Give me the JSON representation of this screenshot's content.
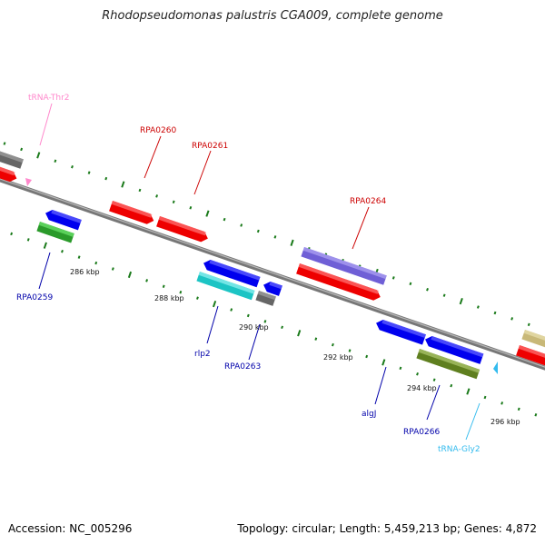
{
  "title": "Rhodopseudomonas palustris CGA009, complete genome",
  "footer": {
    "accession": "Accession: NC_005296",
    "stats": "Topology: circular; Length: 5,459,213 bp; Genes: 4,872"
  },
  "colors": {
    "backbone": "#7f7f7f",
    "tick": "#1a7a1a",
    "label_forward": "#cc0000",
    "label_reverse": "#0000aa",
    "label_trna_forward": "#ff88cc",
    "label_trna_reverse": "#33bbee"
  },
  "scale_ticks": [
    {
      "label": "286 kbp"
    },
    {
      "label": "288 kbp"
    },
    {
      "label": "290 kbp"
    },
    {
      "label": "292 kbp"
    },
    {
      "label": "294 kbp"
    },
    {
      "label": "296 kbp"
    }
  ],
  "feature_labels": [
    {
      "name": "tRNA-Thr2",
      "strand": "forward",
      "type": "tRNA"
    },
    {
      "name": "RPA0260",
      "strand": "forward",
      "type": "CDS"
    },
    {
      "name": "RPA0261",
      "strand": "forward",
      "type": "CDS"
    },
    {
      "name": "RPA0264",
      "strand": "forward",
      "type": "CDS"
    },
    {
      "name": "RPA0259",
      "strand": "reverse",
      "type": "CDS"
    },
    {
      "name": "rlp2",
      "strand": "reverse",
      "type": "CDS"
    },
    {
      "name": "RPA0263",
      "strand": "reverse",
      "type": "CDS"
    },
    {
      "name": "algJ",
      "strand": "reverse",
      "type": "CDS"
    },
    {
      "name": "RPA0266",
      "strand": "reverse",
      "type": "CDS"
    },
    {
      "name": "tRNA-Gly2",
      "strand": "reverse",
      "type": "tRNA"
    }
  ],
  "feature_colors": {
    "forward_cds": "#ff0000",
    "reverse_cds": "#0000ff",
    "unannotated": "#777777",
    "cog_cyan": "#22cccc",
    "cog_green": "#33bb33",
    "cog_purple": "#7766dd",
    "cog_olive": "#668822",
    "cog_tan": "#c8b878"
  }
}
